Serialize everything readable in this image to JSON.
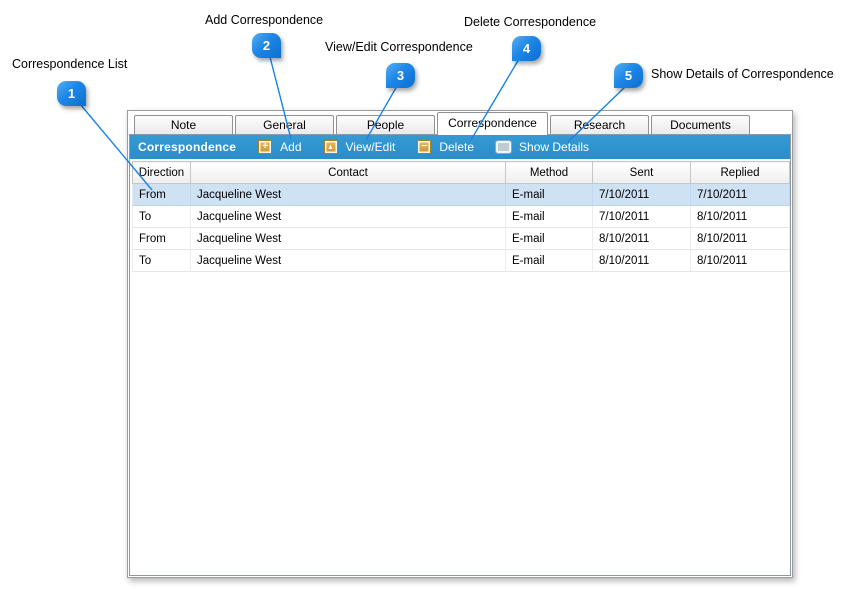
{
  "callouts": [
    {
      "number": "1",
      "label": "Correspondence List"
    },
    {
      "number": "2",
      "label": "Add Correspondence"
    },
    {
      "number": "3",
      "label": "View/Edit Correspondence"
    },
    {
      "number": "4",
      "label": "Delete Correspondence"
    },
    {
      "number": "5",
      "label": "Show Details of Correspondence"
    }
  ],
  "tabs": [
    {
      "label": "Note",
      "active": false
    },
    {
      "label": "General",
      "active": false
    },
    {
      "label": "People",
      "active": false
    },
    {
      "label": "Correspondence",
      "active": true
    },
    {
      "label": "Research",
      "active": false
    },
    {
      "label": "Documents",
      "active": false
    }
  ],
  "toolbar": {
    "title": "Correspondence",
    "buttons": [
      {
        "label": "Add",
        "icon": "plus-icon"
      },
      {
        "label": "View/Edit",
        "icon": "arrow-up-icon"
      },
      {
        "label": "Delete",
        "icon": "minus-icon"
      },
      {
        "label": "Show Details",
        "icon": "monitor-icon"
      }
    ]
  },
  "table": {
    "columns": [
      "Direction",
      "Contact",
      "Method",
      "Sent",
      "Replied"
    ],
    "rows": [
      {
        "selected": true,
        "cells": [
          "From",
          "Jacqueline West",
          "E-mail",
          "7/10/2011",
          "7/10/2011"
        ]
      },
      {
        "selected": false,
        "cells": [
          "To",
          "Jacqueline West",
          "E-mail",
          "7/10/2011",
          "8/10/2011"
        ]
      },
      {
        "selected": false,
        "cells": [
          "From",
          "Jacqueline West",
          "E-mail",
          "8/10/2011",
          "8/10/2011"
        ]
      },
      {
        "selected": false,
        "cells": [
          "To",
          "Jacqueline West",
          "E-mail",
          "8/10/2011",
          "8/10/2011"
        ]
      }
    ]
  },
  "colors": {
    "toolbar_blue": "#2E93CF",
    "balloon_blue": "#1D86E6",
    "connector_blue": "#1B82E2",
    "selected_row": "#CFE2F4",
    "icon_gold": "#D9A344"
  }
}
